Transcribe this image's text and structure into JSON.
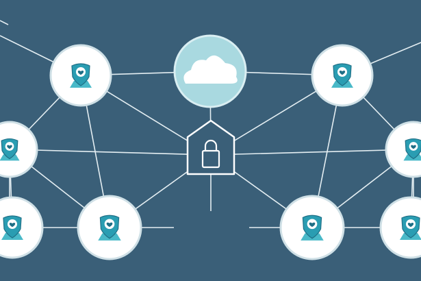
{
  "diagram": {
    "colors": {
      "background": "#3a5f78",
      "line": "#e4eef2",
      "node_fill": "#ffffff",
      "node_ring": "#cfe0e6",
      "icon_teal": "#2a9db2",
      "icon_dark": "#1f6f86",
      "icon_base": "#49b9c8",
      "cloud_fill": "#a9d9e0",
      "cloud_ring": "#d9eef2",
      "cloud_shape": "#ffffff",
      "hub_fill": "#3a5f78",
      "hub_stroke": "#ffffff",
      "hub_icon": "#ffffff"
    },
    "hub": {
      "name": "central-lock-hub",
      "icon": "padlock-house-icon"
    },
    "cloud": {
      "name": "cloud-node",
      "icon": "cloud-icon"
    },
    "nodes": [
      {
        "name": "user-node-top-left",
        "icon": "shield-location-heart-icon"
      },
      {
        "name": "user-node-top-right",
        "icon": "shield-location-heart-icon"
      },
      {
        "name": "user-node-mid-left",
        "icon": "shield-location-heart-icon"
      },
      {
        "name": "user-node-mid-right",
        "icon": "shield-location-heart-icon"
      },
      {
        "name": "user-node-bottom-far-left",
        "icon": "shield-location-heart-icon"
      },
      {
        "name": "user-node-bottom-left",
        "icon": "shield-location-heart-icon"
      },
      {
        "name": "user-node-bottom-right",
        "icon": "shield-location-heart-icon"
      },
      {
        "name": "user-node-bottom-far-right",
        "icon": "shield-location-heart-icon"
      }
    ],
    "links": [
      [
        "cloud-node",
        "central-lock-hub"
      ],
      [
        "cloud-node",
        "user-node-top-left"
      ],
      [
        "cloud-node",
        "user-node-top-right"
      ],
      [
        "central-lock-hub",
        "user-node-top-left"
      ],
      [
        "central-lock-hub",
        "user-node-top-right"
      ],
      [
        "central-lock-hub",
        "user-node-mid-left"
      ],
      [
        "central-lock-hub",
        "user-node-mid-right"
      ],
      [
        "central-lock-hub",
        "user-node-bottom-left"
      ],
      [
        "central-lock-hub",
        "user-node-bottom-right"
      ],
      [
        "user-node-top-left",
        "user-node-mid-left"
      ],
      [
        "user-node-top-left",
        "user-node-bottom-left"
      ],
      [
        "user-node-top-right",
        "user-node-mid-right"
      ],
      [
        "user-node-top-right",
        "user-node-bottom-right"
      ],
      [
        "user-node-mid-left",
        "user-node-bottom-left"
      ],
      [
        "user-node-mid-left",
        "user-node-bottom-far-left"
      ],
      [
        "user-node-mid-right",
        "user-node-bottom-right"
      ],
      [
        "user-node-mid-right",
        "user-node-bottom-far-right"
      ],
      [
        "user-node-bottom-far-left",
        "user-node-bottom-left"
      ],
      [
        "user-node-bottom-right",
        "user-node-bottom-far-right"
      ]
    ]
  }
}
